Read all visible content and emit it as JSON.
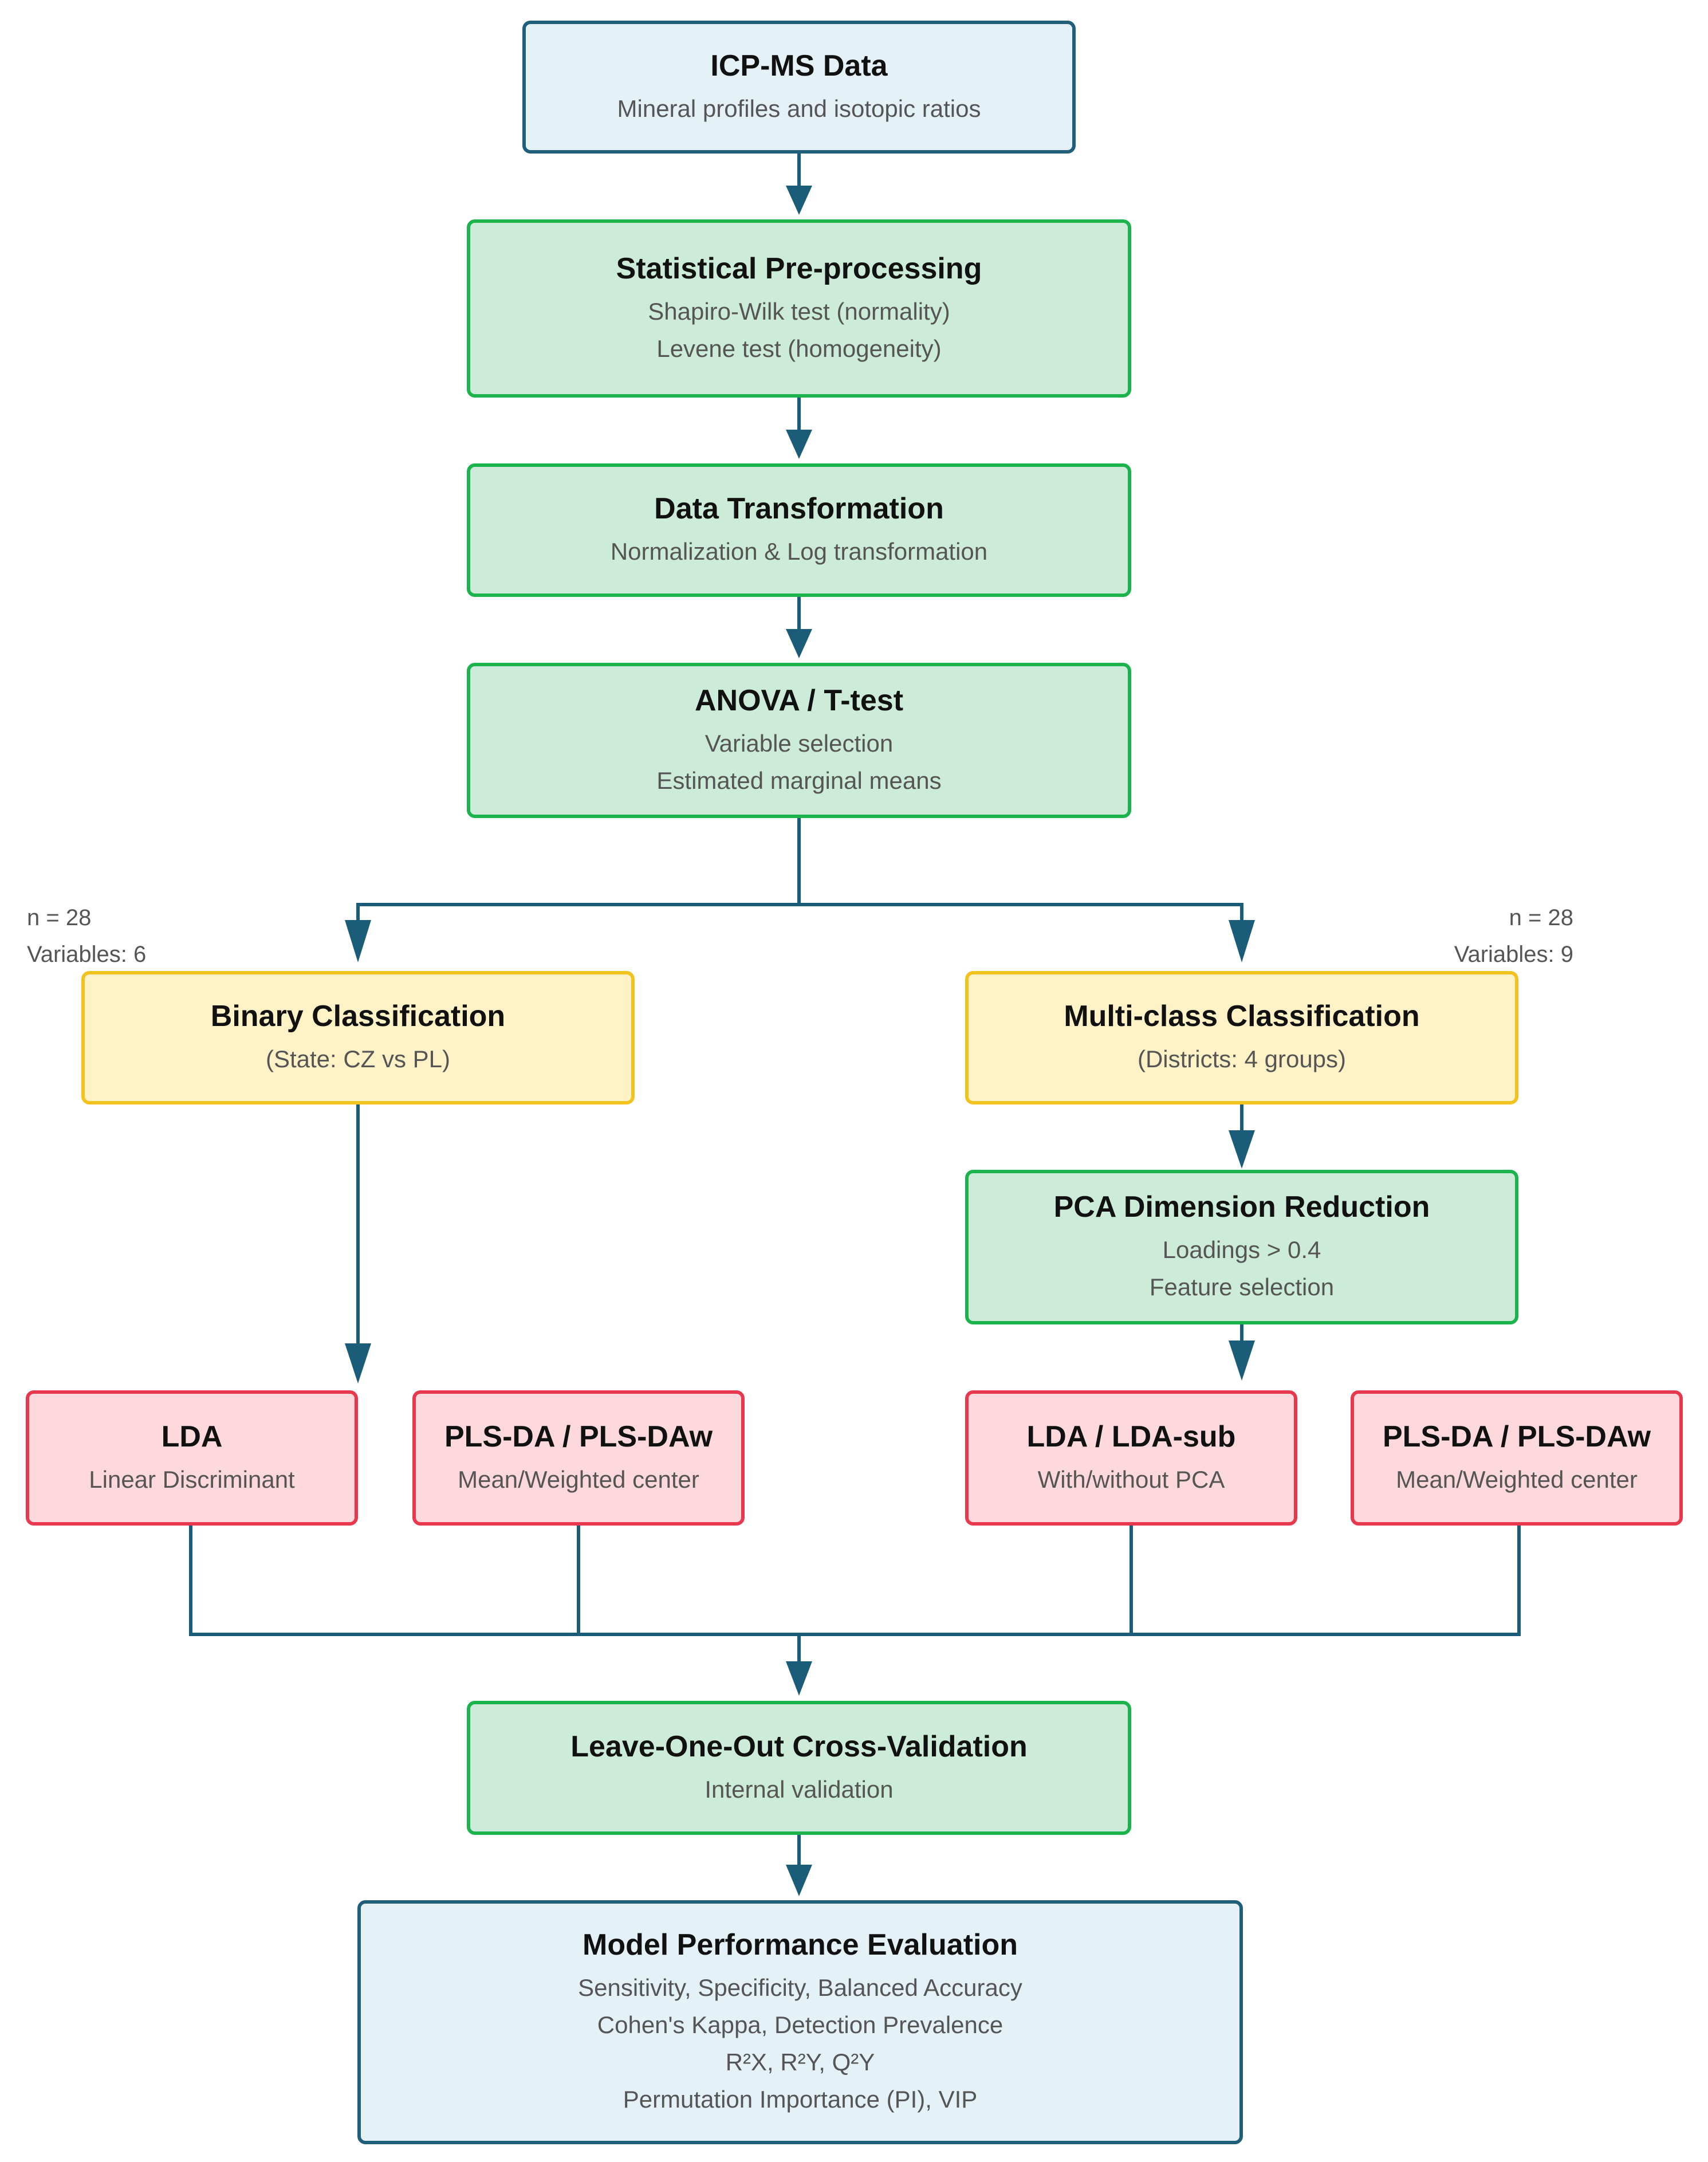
{
  "nodes": {
    "icp": {
      "title": "ICP-MS Data",
      "lines": [
        "Mineral profiles and isotopic ratios"
      ]
    },
    "prep": {
      "title": "Statistical Pre-processing",
      "lines": [
        "Shapiro-Wilk test (normality)",
        "Levene test (homogeneity)"
      ]
    },
    "transform": {
      "title": "Data Transformation",
      "lines": [
        "Normalization & Log transformation"
      ]
    },
    "anova": {
      "title": "ANOVA / T-test",
      "lines": [
        "Variable selection",
        "Estimated marginal means"
      ]
    },
    "binary": {
      "title": "Binary Classification",
      "lines": [
        "(State: CZ vs PL)"
      ]
    },
    "multi": {
      "title": "Multi-class Classification",
      "lines": [
        "(Districts: 4 groups)"
      ]
    },
    "pca": {
      "title": "PCA Dimension Reduction",
      "lines": [
        "Loadings > 0.4",
        "Feature selection"
      ]
    },
    "lda": {
      "title": "LDA",
      "lines": [
        "Linear Discriminant"
      ]
    },
    "pls_left": {
      "title": "PLS-DA / PLS-DAw",
      "lines": [
        "Mean/Weighted center"
      ]
    },
    "lda_sub": {
      "title": "LDA / LDA-sub",
      "lines": [
        "With/without PCA"
      ]
    },
    "pls_right": {
      "title": "PLS-DA / PLS-DAw",
      "lines": [
        "Mean/Weighted center"
      ]
    },
    "loocv": {
      "title": "Leave-One-Out Cross-Validation",
      "lines": [
        "Internal validation"
      ]
    },
    "eval": {
      "title": "Model Performance Evaluation",
      "lines": [
        "Sensitivity, Specificity, Balanced Accuracy",
        "Cohen's Kappa, Detection Prevalence",
        "R²X, R²Y, Q²Y",
        "Permutation Importance (PI), VIP"
      ]
    }
  },
  "notes": {
    "left": {
      "n": "n = 28",
      "vars": "Variables: 6"
    },
    "right": {
      "n": "n = 28",
      "vars": "Variables: 9"
    }
  },
  "colors": {
    "connector": "#1b5d79",
    "blue_fill": "#e4f2f8",
    "green_fill": "#cdebd9",
    "green_border": "#1cb24c",
    "yellow_fill": "#fff2c7",
    "yellow_border": "#f2c21f",
    "red_fill": "#fdd8dc",
    "red_border": "#e8384d"
  }
}
